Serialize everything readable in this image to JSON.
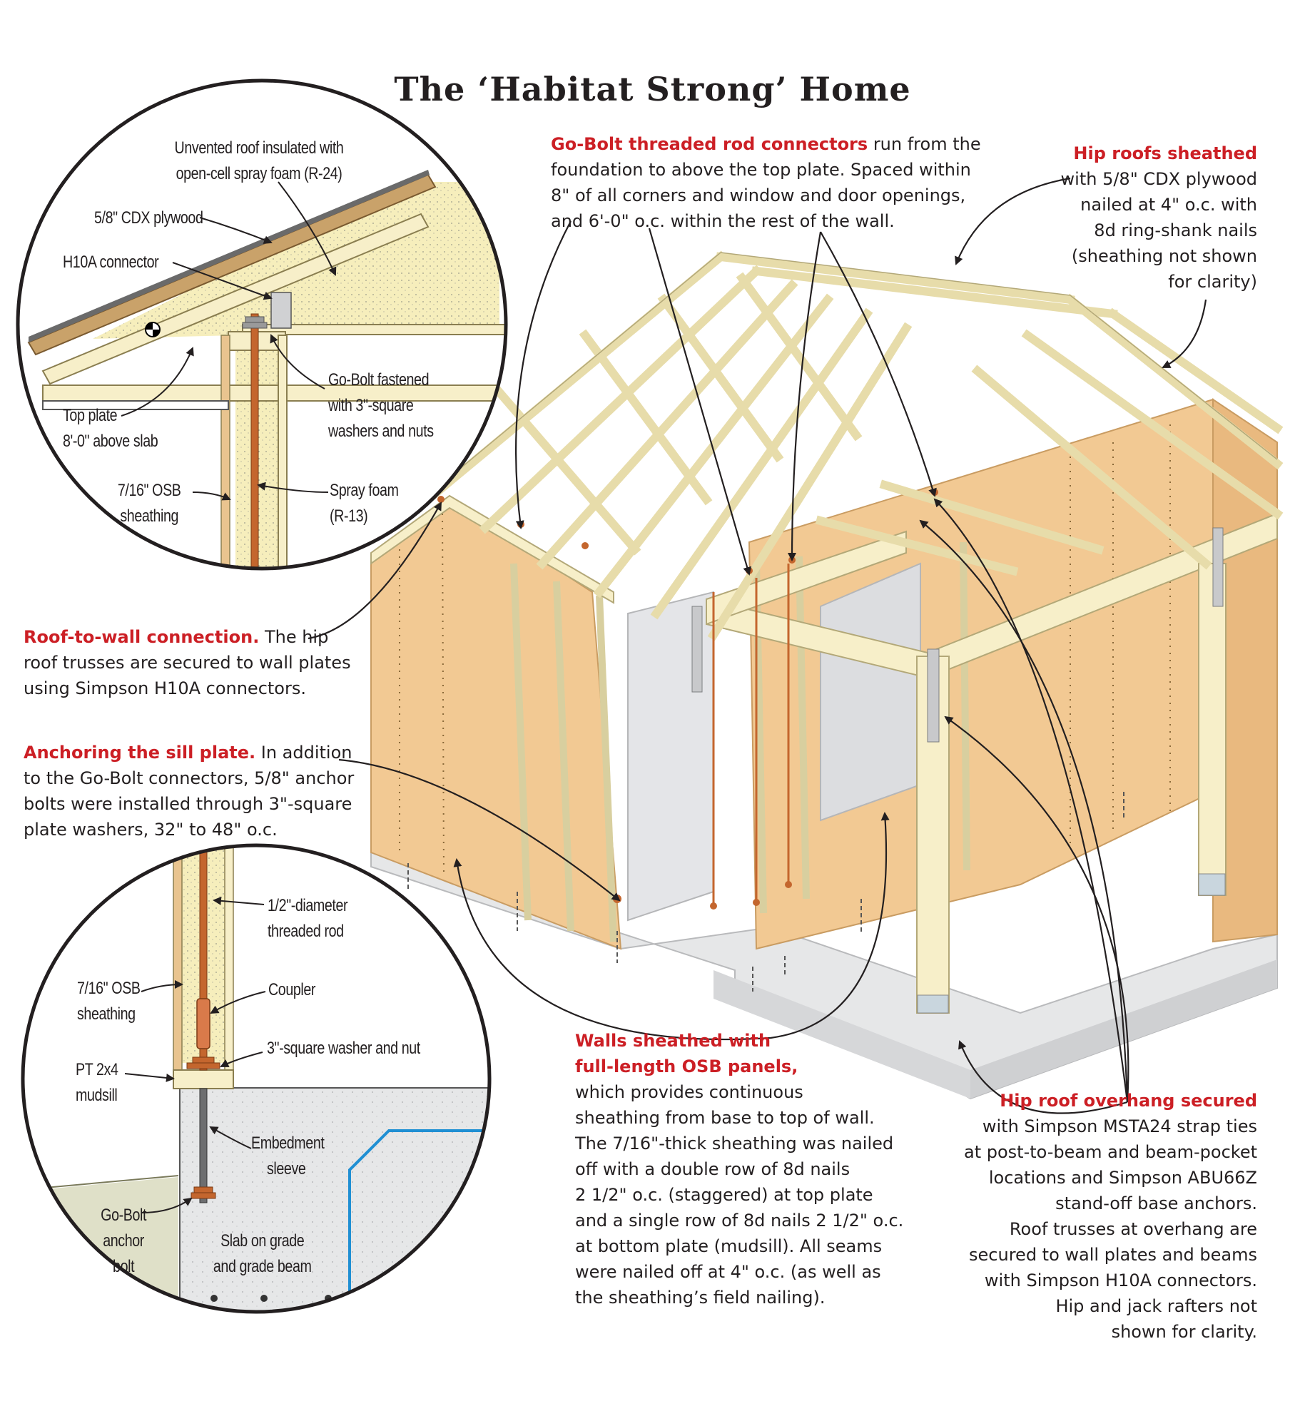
{
  "title": "The ‘Habitat Strong’ Home",
  "captions": {
    "gobolt": {
      "heading": "Go-Bolt threaded rod connectors",
      "lines": [
        " run from the",
        "foundation to above the top plate. Spaced within",
        "8\" of all corners and window and door openings,",
        "and 6'-0\" o.c. within the rest of the wall."
      ]
    },
    "hip_sheathed": {
      "heading": "Hip roofs sheathed",
      "lines": [
        "with 5/8\" CDX plywood",
        "nailed at 4\" o.c. with",
        "8d ring-shank nails",
        "(sheathing not shown",
        "for clarity)"
      ]
    },
    "roof_wall": {
      "heading": "Roof-to-wall connection.",
      "lines": [
        " The hip",
        "roof trusses are secured to wall plates",
        "using Simpson H10A connectors."
      ]
    },
    "sill": {
      "heading": "Anchoring the sill plate.",
      "lines": [
        " In addition",
        "to the Go-Bolt connectors, 5/8\" anchor",
        "bolts were installed through 3\"-square",
        "plate washers, 32\" to 48\" o.c."
      ]
    },
    "walls": {
      "heading_1": "Walls sheathed with",
      "heading_2": "full-length OSB panels,",
      "lines": [
        "which provides continuous",
        "sheathing from base to top of wall.",
        "The 7/16\"-thick sheathing was nailed",
        "off with a double row of 8d nails",
        "2 1/2\" o.c. (staggered) at top plate",
        "and a single row of 8d nails 2 1/2\" o.c.",
        "at bottom plate (mudsill). All seams",
        "were nailed off at 4\" o.c. (as well as",
        "the sheathing’s field nailing)."
      ]
    },
    "overhang": {
      "heading": "Hip roof overhang secured",
      "lines": [
        "with Simpson MSTA24 strap ties",
        "at post-to-beam and beam-pocket",
        "locations and Simpson ABU66Z",
        "stand-off base anchors.",
        "Roof trusses at overhang are",
        "secured to wall plates and beams",
        "with Simpson H10A connectors.",
        "Hip and jack rafters not",
        "shown for clarity."
      ]
    }
  },
  "detail_top": {
    "unvented": [
      "Unvented roof insulated with",
      "open-cell spray foam (R-24)"
    ],
    "plywood": "5/8\" CDX plywood",
    "h10a": "H10A connector",
    "gobolt": [
      "Go-Bolt fastened",
      "with 3\"-square",
      "washers and nuts"
    ],
    "top_plate": [
      "Top plate",
      "8'-0\" above slab"
    ],
    "osb": [
      "7/16\" OSB",
      "sheathing"
    ],
    "foam": [
      "Spray foam",
      "(R-13)"
    ]
  },
  "detail_bottom": {
    "rod": [
      "1/2\"-diameter",
      "threaded rod"
    ],
    "osb": [
      "7/16\" OSB",
      "sheathing"
    ],
    "coupler": "Coupler",
    "washer": "3\"-square washer and nut",
    "mudsill": [
      "PT 2x4",
      "mudsill"
    ],
    "sleeve": [
      "Embedment",
      "sleeve"
    ],
    "anchor": [
      "Go-Bolt",
      "anchor bolt"
    ],
    "slab": [
      "Slab on grade",
      "and grade beam"
    ]
  },
  "colors": {
    "accent_red": "#cc1f25",
    "lumber": "#f7efc9",
    "osb": "#f2c993",
    "foam": "#f6eebc",
    "concrete": "#e6e7e8",
    "rod": "#c4662e"
  }
}
